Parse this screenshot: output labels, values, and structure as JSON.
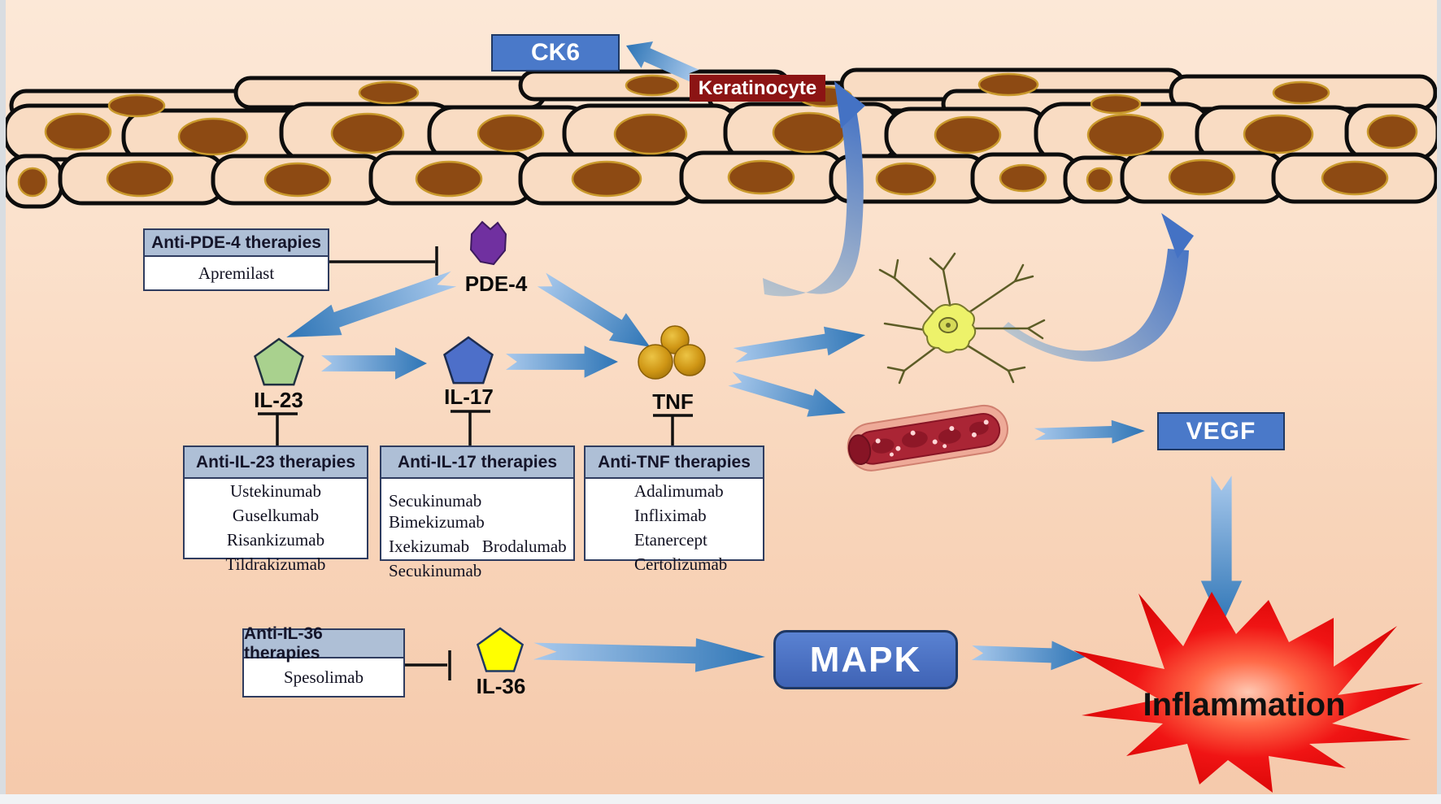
{
  "labels": {
    "ck6": "CK6",
    "keratinocyte": "Keratinocyte",
    "pde4": "PDE-4",
    "il23": "IL-23",
    "il17": "IL-17",
    "tnf": "TNF",
    "il36": "IL-36",
    "vegf": "VEGF",
    "mapk": "MAPK",
    "inflammation": "Inflammation"
  },
  "boxes": {
    "anti_pde4": {
      "title": "Anti-PDE-4 therapies",
      "drugs": [
        "Apremilast"
      ]
    },
    "anti_il23": {
      "title": "Anti-IL-23 therapies",
      "drugs": [
        "Ustekinumab",
        "Guselkumab",
        "Risankizumab",
        "Tildrakizumab"
      ]
    },
    "anti_il17": {
      "title": "Anti-IL-17 therapies",
      "drugs": [
        "Secukinumab Bimekizumab",
        "Ixekizumab   Brodalumab",
        "Secukinumab"
      ]
    },
    "anti_tnf": {
      "title": "Anti-TNF therapies",
      "drugs": [
        "Adalimumab",
        "Infliximab",
        "Etanercept",
        "Certolizumab"
      ]
    },
    "anti_il36": {
      "title": "Anti-IL-36 therapies",
      "drugs": [
        "Spesolimab"
      ]
    }
  },
  "colors": {
    "accent_blue": "#4472C4",
    "box_header_fill": "#AEBFD6",
    "keratinocyte_red": "#8C1414",
    "inflammation_red": "#E01010",
    "il23_green": "#A9D18E",
    "il17_blue": "#4D6FC9",
    "il36_yellow": "#FFFF00",
    "tnf_gold": "#D79C17",
    "pde4_purple": "#7030A0"
  }
}
